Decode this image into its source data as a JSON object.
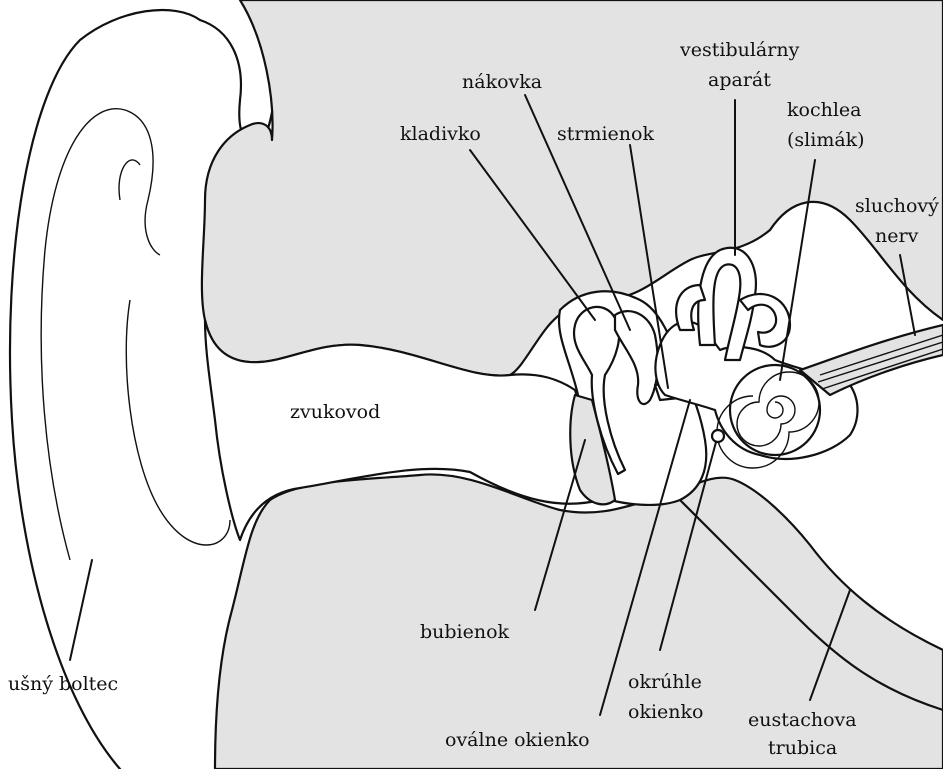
{
  "labels": {
    "pinna": "ušný boltec",
    "ear_canal": "zvukovod",
    "hammer": "kladivko",
    "anvil": "nákovka",
    "stirrup": "strmienok",
    "vestibular_1": "vestibulárny",
    "vestibular_2": "aparát",
    "cochlea_1": "kochlea",
    "cochlea_2": "(slimák)",
    "nerve_1": "sluchový",
    "nerve_2": "nerv",
    "eardrum": "bubienok",
    "oval_window": "oválne okienko",
    "round_window_1": "okrúhle",
    "round_window_2": "okienko",
    "eustachian_1": "eustachova",
    "eustachian_2": "trubica"
  }
}
